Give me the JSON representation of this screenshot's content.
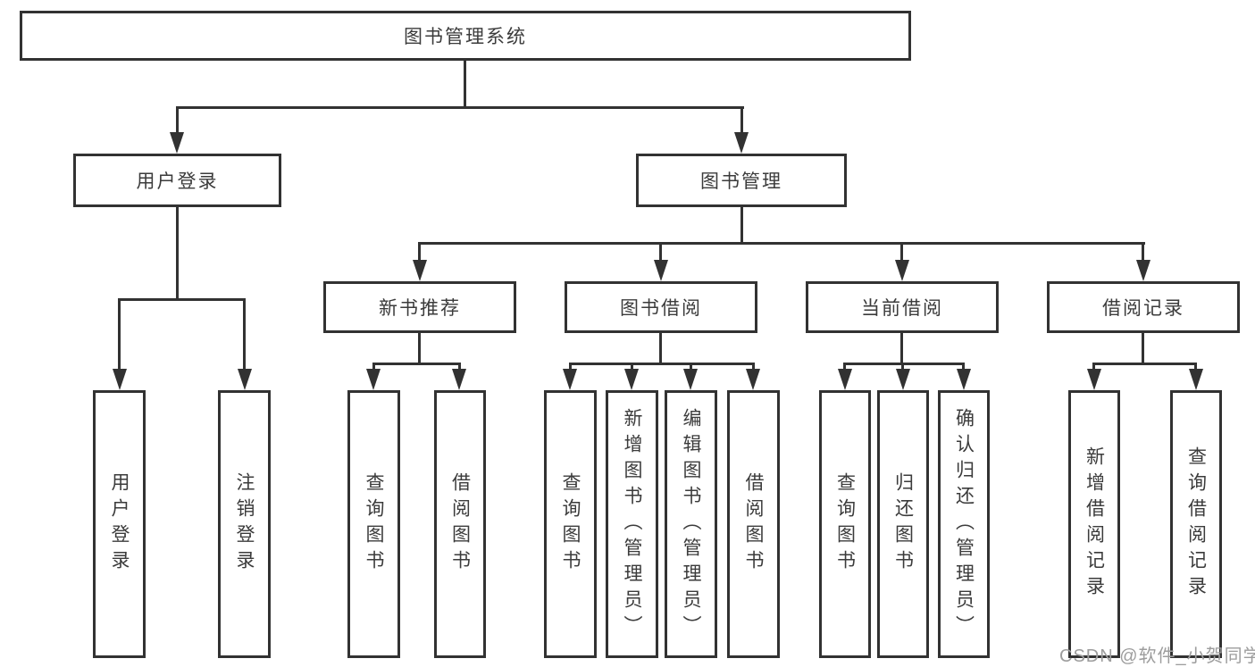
{
  "tree": {
    "root": "图书管理系统",
    "branches": [
      {
        "label": "用户登录",
        "children": [
          "用户登录",
          "注销登录"
        ]
      },
      {
        "label": "图书管理",
        "sections": [
          {
            "label": "新书推荐",
            "children": [
              "查询图书",
              "借阅图书"
            ]
          },
          {
            "label": "图书借阅",
            "children": [
              "查询图书",
              "新增图书（管理员）",
              "编辑图书（管理员）",
              "借阅图书"
            ]
          },
          {
            "label": "当前借阅",
            "children": [
              "查询图书",
              "归还图书",
              "确认归还（管理员）"
            ]
          },
          {
            "label": "借阅记录",
            "children": [
              "新增借阅记录",
              "查询借阅记录"
            ]
          }
        ]
      }
    ]
  },
  "watermark": "CSDN @软件_小贺同学",
  "colors": {
    "line": "#323232",
    "box_border": "#323232",
    "box_fill": "#ffffff",
    "text": "#3b3b3b",
    "watermark": "#9d9d9d"
  }
}
